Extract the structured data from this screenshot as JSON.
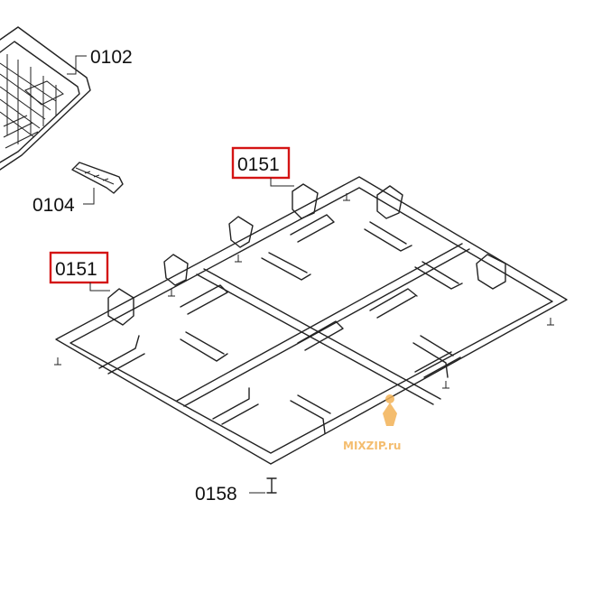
{
  "labels": {
    "tray": "0102",
    "clip": "0104",
    "grate_top": "0151",
    "grate_left": "0151",
    "foot": "0158"
  },
  "highlight_color": "#d41414",
  "watermark": {
    "text": "MIXZIP.ru",
    "color": "#f3b256"
  }
}
